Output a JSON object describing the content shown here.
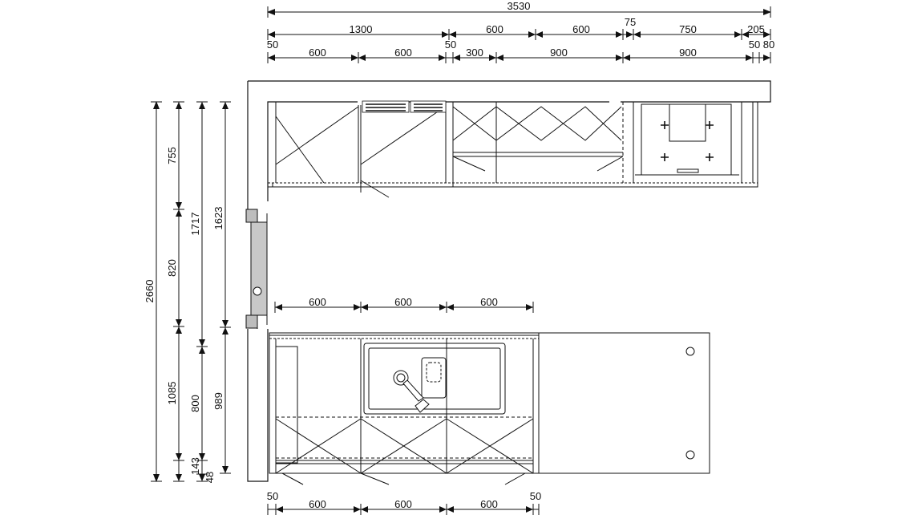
{
  "dimensions": {
    "top": {
      "overall": "3530",
      "row2": [
        "50",
        "1300",
        "50",
        "600",
        "600",
        "75",
        "750",
        "205",
        "50",
        "80"
      ],
      "row3": [
        "600",
        "600",
        "300",
        "900",
        "900"
      ]
    },
    "left": {
      "outer": "2660",
      "col2": [
        "755",
        "820",
        "1085",
        "143"
      ],
      "col3": [
        "1717",
        "800",
        "48"
      ],
      "col4": [
        "1623",
        "989"
      ]
    },
    "middle": [
      "600",
      "600",
      "600"
    ],
    "bottom": [
      "50",
      "600",
      "600",
      "600",
      "50"
    ]
  }
}
